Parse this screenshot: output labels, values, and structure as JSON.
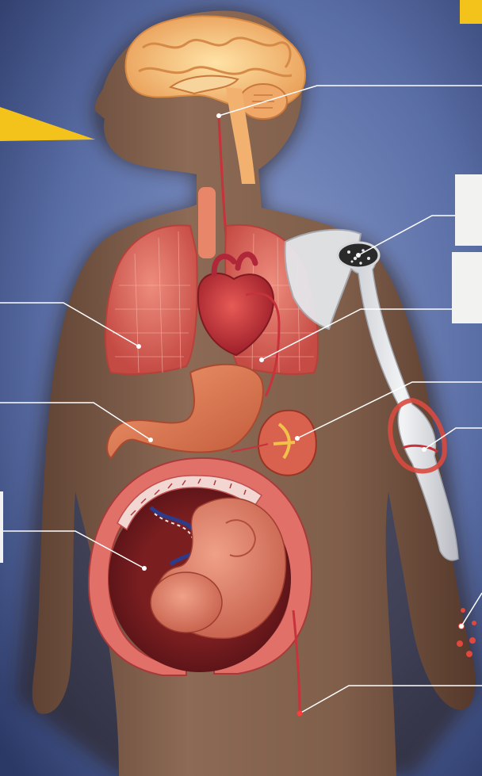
{
  "colors": {
    "background_top": "#2f3f6c",
    "background_mid": "#6a7db0",
    "silhouette": "#8a6651",
    "silhouette_shadow": "#5b3c2e",
    "lungs": "#e0655a",
    "heart": "#c8323a",
    "stomach": "#df7a52",
    "brain": "#f4c07c",
    "bone": "#dfe1e4",
    "uterus": "#d95a55",
    "fetus": "#d8755e",
    "accent_yellow": "#f3c21b",
    "leader_line": "#ffffff",
    "label_box": "#f2f2f0"
  },
  "icons": {
    "brain": "brain-illustration",
    "lungs": "lungs-illustration",
    "heart": "heart-illustration",
    "stomach": "stomach-illustration",
    "kidney": "kidney-illustration",
    "bone": "humerus-bone-illustration",
    "uterus": "uterus-with-fetus-illustration"
  }
}
